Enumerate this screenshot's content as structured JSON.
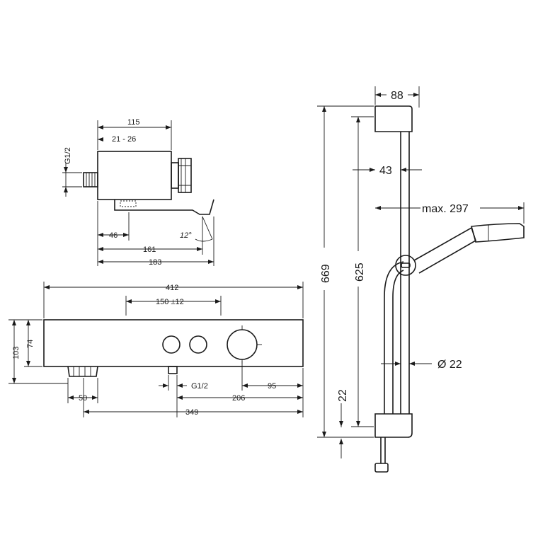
{
  "side_view": {
    "dim_115": "115",
    "dim_21_26": "21 - 26",
    "dim_g12": "G1/2",
    "dim_46": "46",
    "dim_12deg": "12°",
    "dim_161": "161",
    "dim_183": "183"
  },
  "front_view": {
    "dim_412": "412",
    "dim_150": "150 ±12",
    "dim_103": "103",
    "dim_74": "74",
    "dim_g12": "G1/2",
    "dim_95": "95",
    "dim_50": "50",
    "dim_206": "206",
    "dim_349": "349"
  },
  "shower_rail": {
    "dim_88": "88",
    "dim_43": "43",
    "dim_max297": "max. 297",
    "dim_669": "669",
    "dim_625": "625",
    "dim_d22": "Ø 22",
    "dim_22": "22"
  }
}
